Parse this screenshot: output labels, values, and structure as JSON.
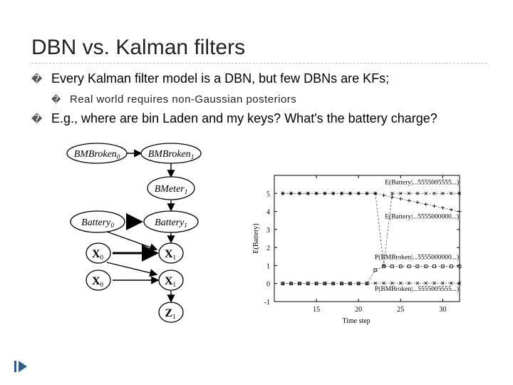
{
  "slide": {
    "title": "DBN vs. Kalman filters",
    "bullets": [
      {
        "marker": "�",
        "text": "Every Kalman filter model is a DBN, but few DBNs are KFs;"
      },
      {
        "marker": "�",
        "text": "Real world requires non-Gaussian posteriors"
      },
      {
        "marker": "�",
        "text": "E.g., where are bin Laden and my keys? What's the battery charge?"
      }
    ]
  },
  "network": {
    "nodes": {
      "bmbroken0": {
        "base": "BMBroken",
        "sub": "0"
      },
      "bmbroken1": {
        "base": "BMBroken",
        "sub": "1"
      },
      "bmeter1": {
        "base": "BMeter",
        "sub": "1"
      },
      "battery0": {
        "base": "Battery",
        "sub": "0"
      },
      "battery1": {
        "base": "Battery",
        "sub": "1"
      },
      "x0a": {
        "base": "X",
        "sub": "0"
      },
      "x1a": {
        "base": "X",
        "sub": "1"
      },
      "x0b": {
        "base": "X",
        "sub": "0"
      },
      "x1b": {
        "base": "X",
        "sub": "1"
      },
      "z1": {
        "base": "Z",
        "sub": "1"
      }
    }
  },
  "chart_data": {
    "type": "line",
    "xlabel": "Time step",
    "ylabel": "E(Battery)",
    "xlim": [
      10,
      32
    ],
    "ylim": [
      -1,
      6
    ],
    "xticks": [
      15,
      20,
      25,
      30
    ],
    "yticks": [
      -1,
      0,
      1,
      2,
      3,
      4,
      5
    ],
    "series": [
      {
        "name": "E(Battery|...5555005555...)",
        "marker": "x",
        "x": [
          11,
          12,
          13,
          14,
          15,
          16,
          17,
          18,
          19,
          20,
          21,
          22,
          23,
          24,
          25,
          26,
          27,
          28,
          29,
          30,
          31,
          32
        ],
        "values": [
          5,
          5,
          5,
          5,
          5,
          5,
          5,
          5,
          5,
          5,
          5,
          5,
          1,
          5,
          5,
          5,
          5,
          5,
          5,
          5,
          5,
          5
        ]
      },
      {
        "name": "E(Battery|...5555000000...)",
        "marker": "+",
        "x": [
          11,
          12,
          13,
          14,
          15,
          16,
          17,
          18,
          19,
          20,
          21,
          22,
          23,
          24,
          25,
          26,
          27,
          28,
          29,
          30,
          31,
          32
        ],
        "values": [
          5,
          5,
          5,
          5,
          5,
          5,
          5,
          5,
          5,
          5,
          5,
          5,
          4.9,
          4.8,
          4.7,
          4.6,
          4.5,
          4.4,
          4.3,
          4.2,
          4.1,
          4.0
        ]
      },
      {
        "name": "P(BMBroken|...5555000000...)",
        "marker": "square",
        "x": [
          11,
          12,
          13,
          14,
          15,
          16,
          17,
          18,
          19,
          20,
          21,
          22,
          23,
          24,
          25,
          26,
          27,
          28,
          29,
          30,
          31,
          32
        ],
        "values": [
          0,
          0,
          0,
          0,
          0,
          0,
          0,
          0,
          0,
          0,
          0,
          0.75,
          0.95,
          0.95,
          0.95,
          0.95,
          0.95,
          0.95,
          0.95,
          0.95,
          0.95,
          0.95
        ]
      },
      {
        "name": "P(BMBroken|...5555005555...)",
        "marker": "x",
        "x": [
          11,
          12,
          13,
          14,
          15,
          16,
          17,
          18,
          19,
          20,
          21,
          22,
          23,
          24,
          25,
          26,
          27,
          28,
          29,
          30,
          31,
          32
        ],
        "values": [
          0,
          0,
          0,
          0,
          0,
          0,
          0,
          0,
          0,
          0,
          0,
          0.02,
          0.02,
          0.02,
          0.02,
          0.02,
          0.02,
          0.02,
          0.02,
          0.02,
          0.02,
          0.02
        ]
      }
    ]
  }
}
